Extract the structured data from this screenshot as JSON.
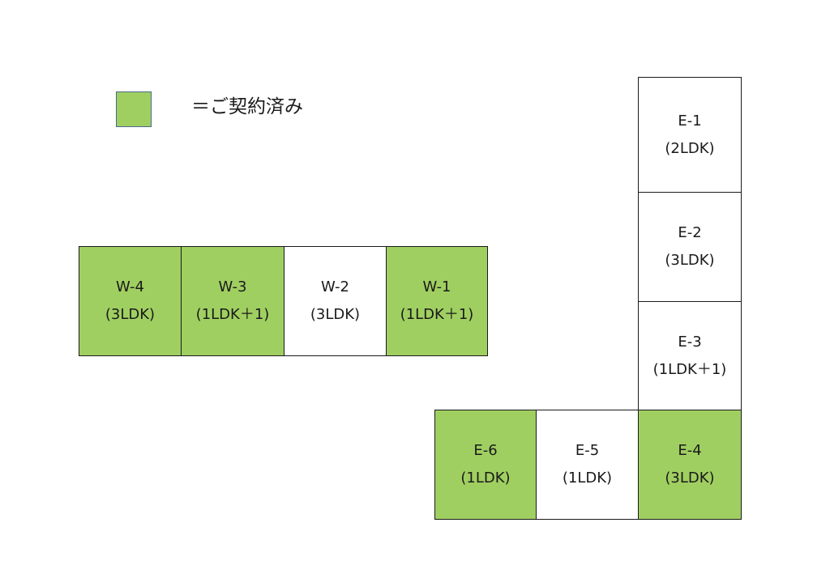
{
  "colors": {
    "contracted": "#a0cf61",
    "available": "#ffffff"
  },
  "legend": {
    "label": "＝ご契約済み",
    "swatch_status": "contracted"
  },
  "units": {
    "w4": {
      "id": "W-4",
      "type": "(3LDK)",
      "contracted": true
    },
    "w3": {
      "id": "W-3",
      "type": "(1LDK＋1)",
      "contracted": true
    },
    "w2": {
      "id": "W-2",
      "type": "(3LDK)",
      "contracted": false
    },
    "w1": {
      "id": "W-1",
      "type": "(1LDK＋1)",
      "contracted": true
    },
    "e1": {
      "id": "E-1",
      "type": "(2LDK)",
      "contracted": false
    },
    "e2": {
      "id": "E-2",
      "type": "(3LDK)",
      "contracted": false
    },
    "e3": {
      "id": "E-3",
      "type": "(1LDK＋1)",
      "contracted": false
    },
    "e4": {
      "id": "E-4",
      "type": "(3LDK)",
      "contracted": true
    },
    "e5": {
      "id": "E-5",
      "type": "(1LDK)",
      "contracted": false
    },
    "e6": {
      "id": "E-6",
      "type": "(1LDK)",
      "contracted": true
    }
  }
}
